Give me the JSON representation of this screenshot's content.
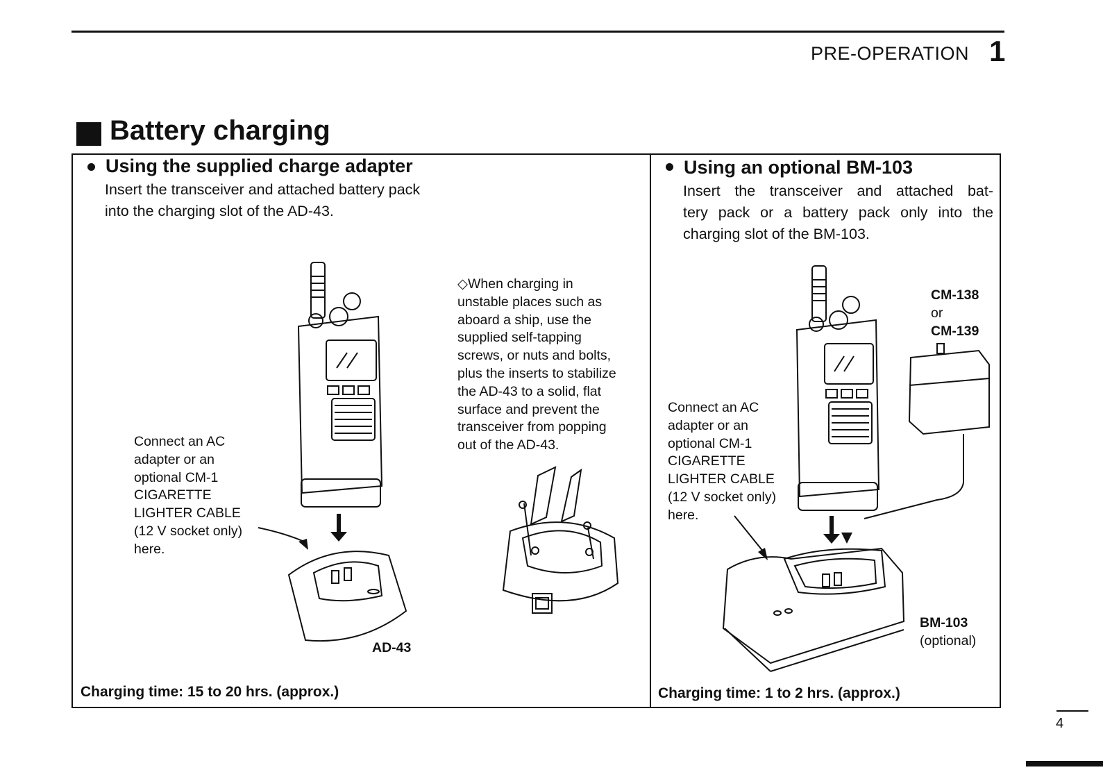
{
  "header": {
    "chapter": "PRE-OPERATION",
    "chapter_number": "1"
  },
  "section": {
    "title": "Battery charging"
  },
  "left": {
    "heading": "Using the supplied charge adapter",
    "intro_line1": "Insert the transceiver and attached battery pack",
    "intro_line2": "into the charging slot of the AD-43.",
    "connect_note": [
      "Connect an AC",
      "adapter or an",
      "optional CM-1",
      "CIGARETTE",
      "LIGHTER CABLE",
      "(12 V socket only)",
      "here."
    ],
    "stabilize_note": [
      "◇When charging in",
      "unstable places such as",
      "aboard a ship, use the",
      "supplied self-tapping",
      "screws, or nuts and bolts,",
      "plus the inserts to stabilize",
      "the AD-43 to a solid, flat",
      "surface and prevent the",
      "transceiver from popping",
      "out of the AD-43."
    ],
    "charger_label": "AD-43",
    "charging_time": "Charging time: 15 to 20 hrs. (approx.)"
  },
  "right": {
    "heading": "Using an optional BM-103",
    "intro_line1": "Insert the transceiver and attached bat-",
    "intro_line2": "tery pack or a battery pack only into the",
    "intro_line3": "charging slot of the BM-103.",
    "adapter_label_1": "CM-138",
    "adapter_label_or": "or",
    "adapter_label_2": "CM-139",
    "connect_note": [
      "Connect an AC",
      "adapter or an",
      "optional CM-1",
      "CIGARETTE",
      "LIGHTER CABLE",
      "(12 V socket only)",
      "here."
    ],
    "charger_label": "BM-103",
    "charger_sublabel": "(optional)",
    "charging_time": "Charging time: 1 to 2 hrs. (approx.)"
  },
  "footer": {
    "page_number": "4"
  }
}
